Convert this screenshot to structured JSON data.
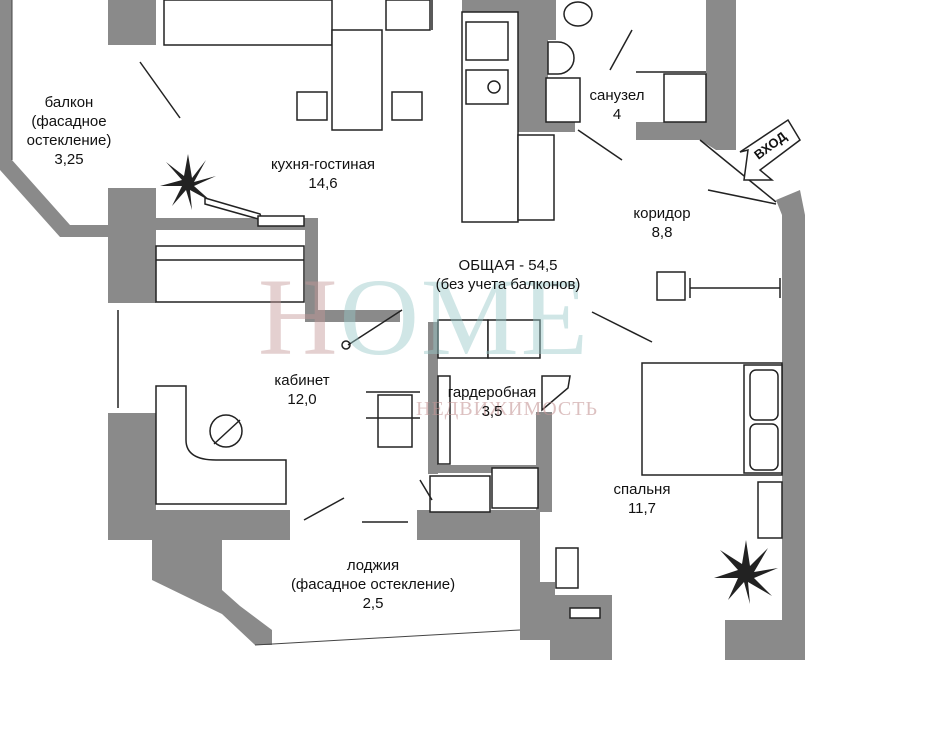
{
  "rooms": {
    "balcony": {
      "name": "балкон\n(фасадное\nостекление)",
      "area": "3,25"
    },
    "kitchen_living": {
      "name": "кухня-гостиная",
      "area": "14,6"
    },
    "bathroom": {
      "name": "санузел",
      "area": "4"
    },
    "corridor": {
      "name": "коридор",
      "area": "8,8"
    },
    "total": {
      "name": "ОБЩАЯ - 54,5",
      "note": "(без учета балконов)"
    },
    "study": {
      "name": "кабинет",
      "area": "12,0"
    },
    "wardrobe": {
      "name": "гардеробная",
      "area": "3,5"
    },
    "bedroom": {
      "name": "спальня",
      "area": "11,7"
    },
    "loggia": {
      "name": "лоджия",
      "note": "(фасадное остекление)",
      "area": "2,5"
    }
  },
  "entry": {
    "label": "ВХОД"
  },
  "watermark": {
    "big_h": "H",
    "big_rest": "OME",
    "small": "НЕДВИЖИМОСТЬ"
  },
  "colors": {
    "wall": "#8a8a8a",
    "watermark_red": "#c49696",
    "watermark_teal": "#96c8c8"
  }
}
